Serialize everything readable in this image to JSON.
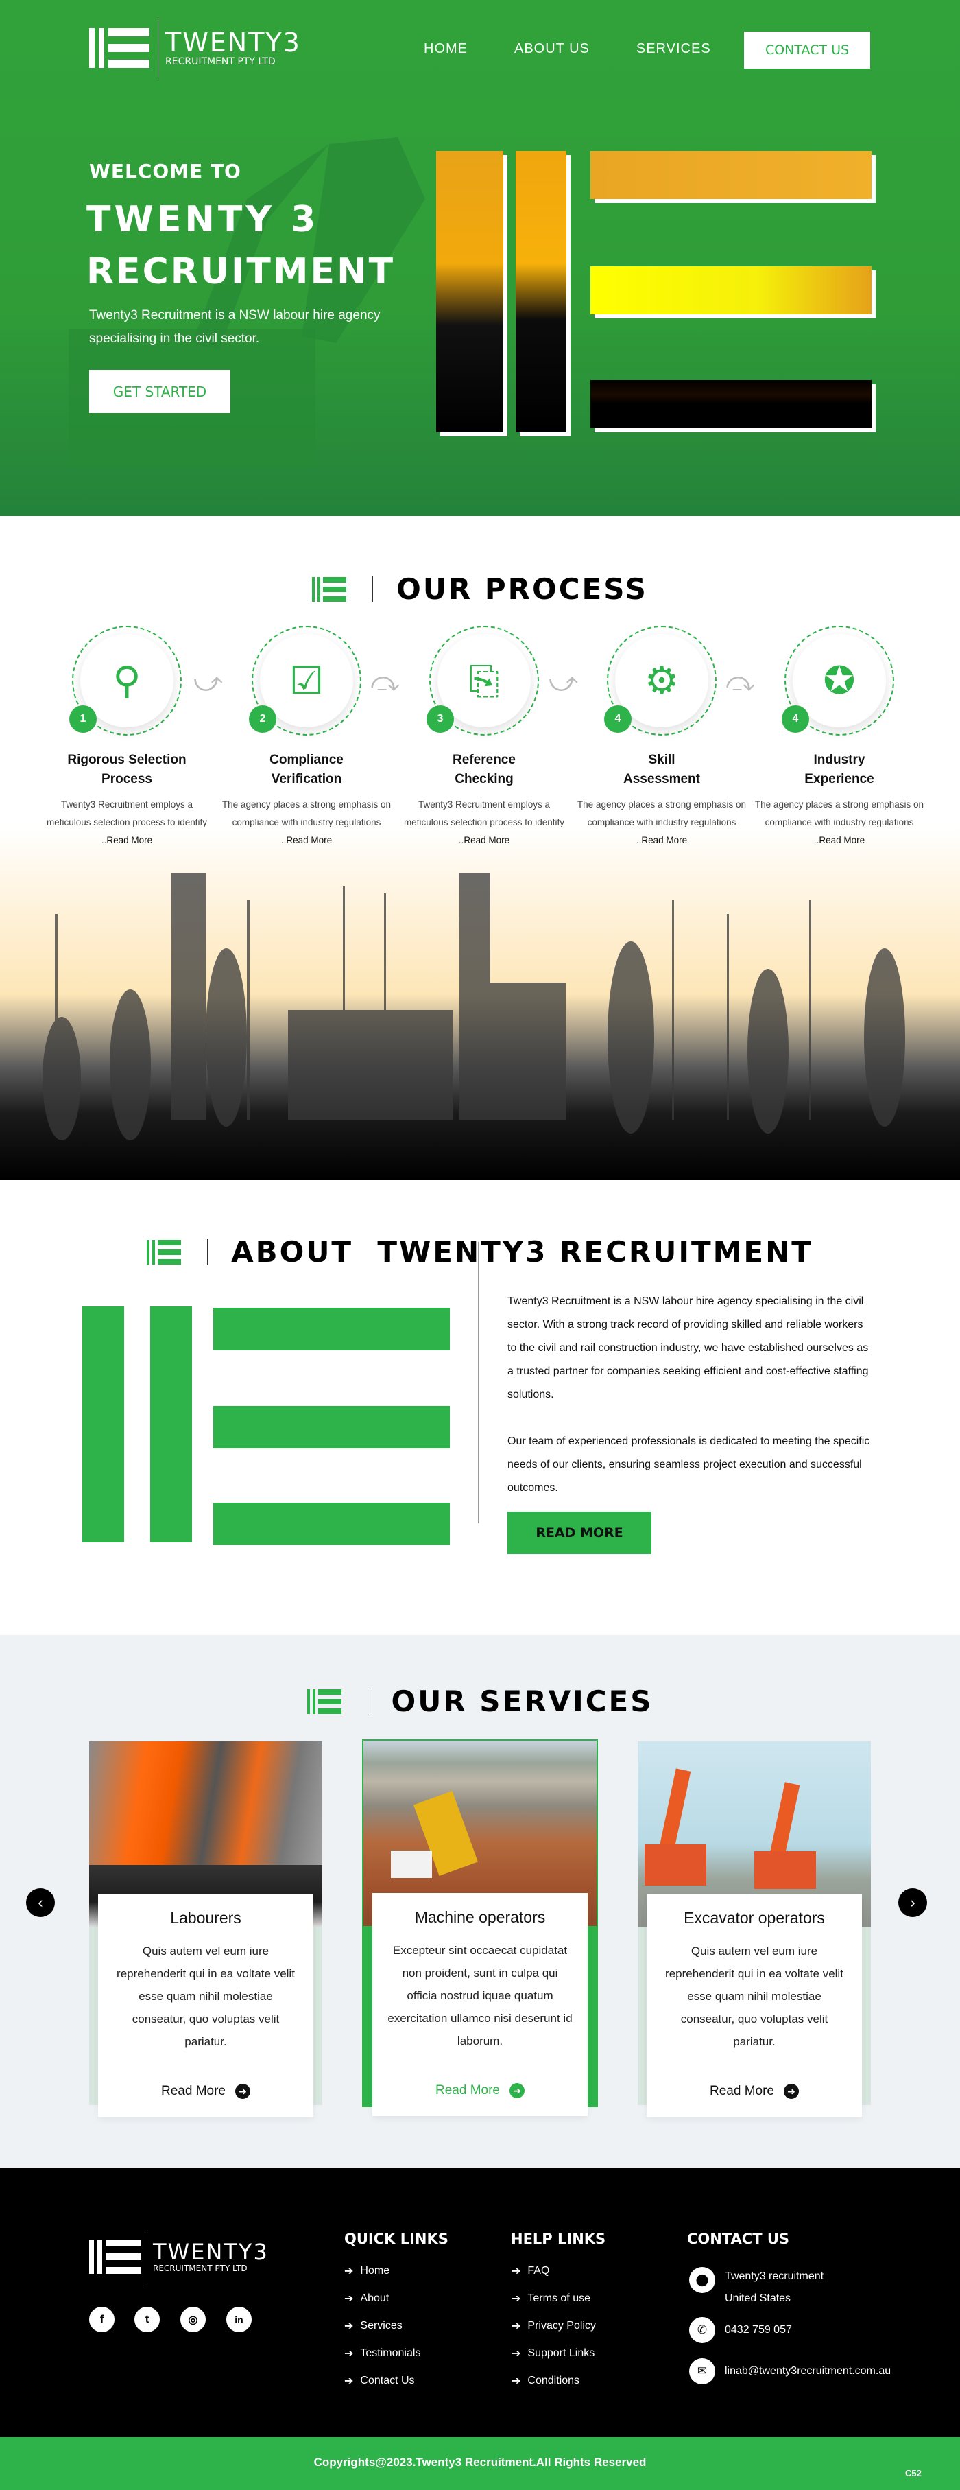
{
  "brand": {
    "name": "TWENTY3",
    "tagline": "RECRUITMENT PTY LTD"
  },
  "nav": {
    "items": [
      "HOME",
      "ABOUT US",
      "SERVICES"
    ],
    "cta": "CONTACT US"
  },
  "hero": {
    "kicker": "WELCOME TO",
    "title_line1": "TWENTY 3",
    "title_line2": "RECRUITMENT",
    "desc_line1": "Twenty3 Recruitment is a NSW labour hire agency",
    "desc_line2": "specialising in the civil sector.",
    "cta": "GET STARTED"
  },
  "process": {
    "title": "OUR PROCESS",
    "steps": [
      {
        "num": "1",
        "title1": "Rigorous Selection",
        "title2": "Process",
        "desc": "Twenty3 Recruitment employs a meticulous selection process to identify ..",
        "more": "Read More",
        "icon": "candidate-search-icon"
      },
      {
        "num": "2",
        "title1": "Compliance",
        "title2": "Verification",
        "desc": "The agency places a strong emphasis on compliance with industry regulations ..",
        "more": "Read More",
        "icon": "checklist-icon"
      },
      {
        "num": "3",
        "title1": "Reference",
        "title2": "Checking",
        "desc": "Twenty3 Recruitment employs a meticulous selection process to identify ..",
        "more": "Read More",
        "icon": "reference-chart-icon"
      },
      {
        "num": "4",
        "title1": "Skill",
        "title2": "Assessment",
        "desc": "The agency places a strong emphasis on compliance with industry regulations ..",
        "more": "Read More",
        "icon": "head-gear-icon"
      },
      {
        "num": "4",
        "title1": "Industry",
        "title2": "Experience",
        "desc": "The agency places a strong emphasis on compliance with industry regulations ..",
        "more": "Read More",
        "icon": "award-badge-icon"
      }
    ]
  },
  "about": {
    "title": "ABOUT  TWENTY3 RECRUITMENT",
    "p1": "Twenty3 Recruitment is a NSW labour hire agency specialising in the civil sector. With a strong track record of providing skilled and reliable workers to the civil and rail construction industry, we have established ourselves as a trusted partner for companies seeking efficient and cost-effective staffing solutions.",
    "p2": "Our team of experienced professionals is dedicated to meeting the specific needs of our clients, ensuring seamless project execution and successful outcomes.",
    "cta": "READ MORE"
  },
  "services": {
    "title": "OUR SERVICES",
    "cards": [
      {
        "title": "Labourers",
        "desc": "Quis autem vel eum iure reprehenderit qui in ea voltate velit esse quam nihil molestiae conseatur,  quo voluptas velit pariatur.",
        "more": "Read More"
      },
      {
        "title": "Machine operators",
        "desc": "Excepteur sint occaecat cupidatat non proident, sunt in culpa qui officia nostrud iquae quatum exercitation ullamco  nisi deserunt id  laborum.",
        "more": "Read More"
      },
      {
        "title": "Excavator operators",
        "desc": "Quis autem vel eum iure reprehenderit qui in ea voltate velit esse quam nihil molestiae conseatur,  quo voluptas velit pariatur.",
        "more": "Read More"
      }
    ]
  },
  "footer": {
    "quick_title": "QUICK LINKS",
    "quick": [
      "Home",
      "About",
      "Services",
      "Testimonials",
      "Contact Us"
    ],
    "help_title": "HELP LINKS",
    "help": [
      "FAQ",
      "Terms of use",
      "Privacy Policy",
      "Support Links",
      "Conditions"
    ],
    "contact_title": "CONTACT US",
    "address1": "Twenty3 recruitment",
    "address2": "United States",
    "phone": "0432 759 057",
    "email": "linab@twenty3recruitment.com.au",
    "social": [
      "facebook",
      "twitter",
      "instagram",
      "linkedin"
    ]
  },
  "copyright": "Copyrights@2023.Twenty3 Recruitment.All Rights Reserved",
  "corner_badge": "C52",
  "colors": {
    "accent": "#2db34a",
    "footer": "#000000"
  }
}
